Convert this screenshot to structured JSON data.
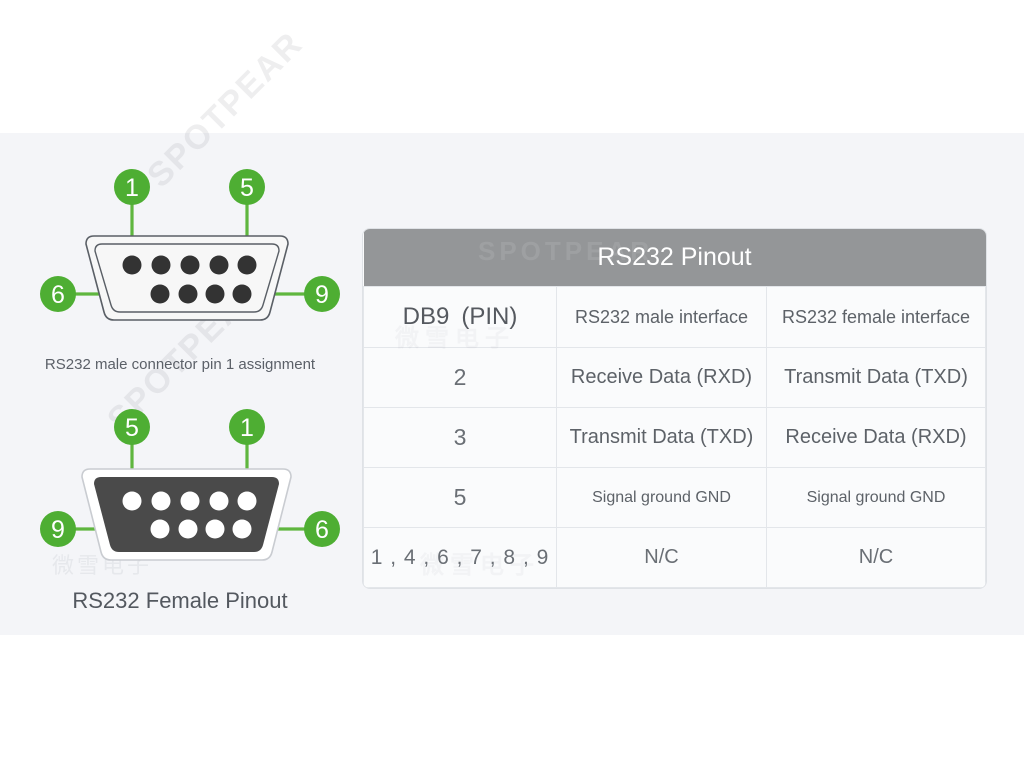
{
  "theme": {
    "band_bg": "#f4f5f8",
    "page_bg": "#ffffff",
    "badge_green": "#4eae33",
    "lead_green": "#5fb63f",
    "table_header_gray": "#949698",
    "table_cell_bg": "#fafbfc",
    "table_border": "#e3e6ea",
    "text_gray": "#5d6268",
    "male_body_fill": "#f7f7f7",
    "male_pin_fill": "#333333",
    "female_body_fill": "#4a4a4a",
    "female_shell_fill": "#ffffff",
    "female_pin_fill": "#ffffff"
  },
  "watermark": {
    "brand": "SPOTPEAR",
    "chinese": "微雪电子"
  },
  "male_connector": {
    "caption": "RS232 male connector pin 1 assignment",
    "labels": [
      {
        "id": "male-label-1",
        "text": "1"
      },
      {
        "id": "male-label-5",
        "text": "5"
      },
      {
        "id": "male-label-6",
        "text": "6"
      },
      {
        "id": "male-label-9",
        "text": "9"
      }
    ]
  },
  "female_connector": {
    "caption": "RS232 Female Pinout",
    "labels": [
      {
        "id": "female-label-5",
        "text": "5"
      },
      {
        "id": "female-label-1",
        "text": "1"
      },
      {
        "id": "female-label-9",
        "text": "9"
      },
      {
        "id": "female-label-6",
        "text": "6"
      }
    ]
  },
  "table": {
    "title": "RS232 Pinout",
    "columns": [
      "DB9 (PIN)",
      "RS232 male interface",
      "RS232 female interface"
    ],
    "rows": [
      {
        "pin": "2",
        "male": "Receive Data (RXD)",
        "female": "Transmit Data (TXD)"
      },
      {
        "pin": "3",
        "male": "Transmit Data (TXD)",
        "female": "Receive Data (RXD)"
      },
      {
        "pin": "5",
        "male": "Signal ground GND",
        "female": "Signal ground GND"
      },
      {
        "pin": "1 , 4 , 6 , 7 , 8 , 9",
        "male": "N/C",
        "female": "N/C"
      }
    ]
  }
}
